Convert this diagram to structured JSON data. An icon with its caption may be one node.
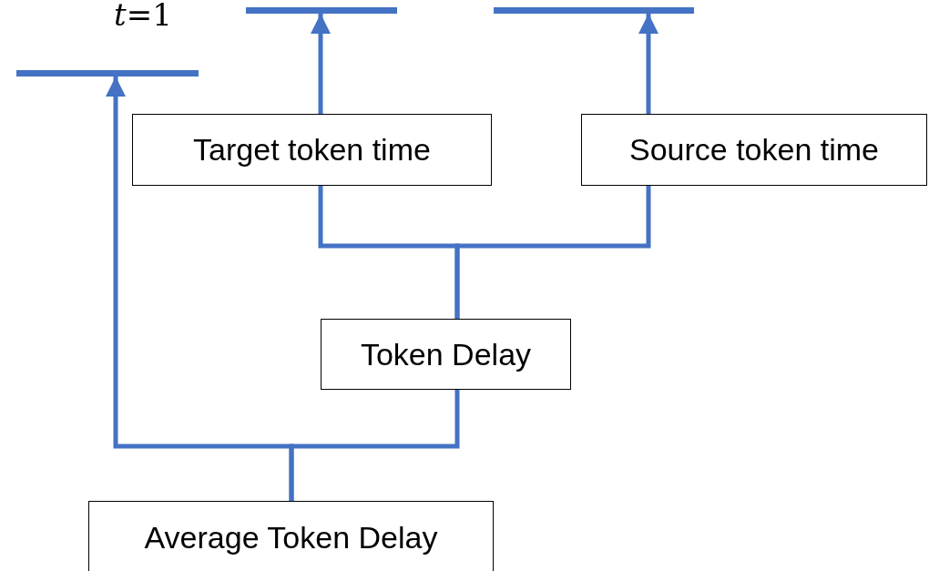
{
  "diagram": {
    "nodes": [
      {
        "text": [],
        "shape": "bar"
      },
      {
        "text": [],
        "shape": "bar"
      },
      {
        "text": [],
        "shape": "bar"
      },
      {
        "text": [
          "Target token time"
        ]
      },
      {
        "text": [
          "Source token time"
        ]
      },
      {
        "text": [
          "Token Delay"
        ]
      },
      {
        "text": [
          "Average Token Delay"
        ]
      }
    ],
    "edges": [
      {
        "from": 3,
        "to": 1,
        "arrow": "to"
      },
      {
        "from": 4,
        "to": 2,
        "arrow": "to"
      },
      {
        "from": 5,
        "to": 3,
        "arrow": "none"
      },
      {
        "from": 5,
        "to": 4,
        "arrow": "none"
      },
      {
        "from": 6,
        "to": 5,
        "arrow": "none"
      },
      {
        "from": 6,
        "to": 0,
        "arrow": "to"
      }
    ],
    "labels": [
      "*t*=1"
    ]
  }
}
